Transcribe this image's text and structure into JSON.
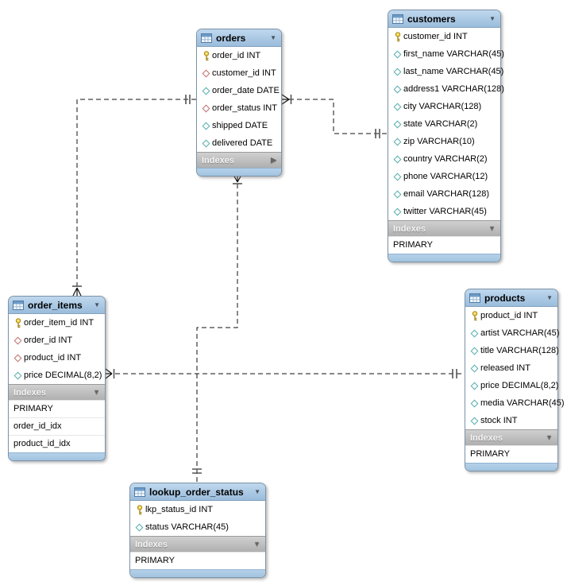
{
  "diagram": {
    "background": "#FFFFFF"
  },
  "colors": {
    "table_header": "#A9C9E4",
    "indexes_band": "#BEBEBE",
    "footer_bar": "#A9CBE8",
    "primary_key_icon": "#F2D13E",
    "foreign_key_icon": "#C0716F",
    "column_icon": "#57AEAE",
    "connector": "#111111"
  },
  "tables": [
    {
      "id": "orders",
      "title": "orders",
      "columns": [
        {
          "icon": "key",
          "label": "order_id INT"
        },
        {
          "icon": "fk",
          "label": "customer_id INT"
        },
        {
          "icon": "col",
          "label": "order_date DATE"
        },
        {
          "icon": "fk",
          "label": "order_status INT"
        },
        {
          "icon": "col",
          "label": "shipped DATE"
        },
        {
          "icon": "col",
          "label": "delivered DATE"
        }
      ],
      "indexes_label": "Indexes",
      "indexes_expanded": false,
      "indexes": []
    },
    {
      "id": "customers",
      "title": "customers",
      "columns": [
        {
          "icon": "key",
          "label": "customer_id INT"
        },
        {
          "icon": "col",
          "label": "first_name VARCHAR(45)"
        },
        {
          "icon": "col",
          "label": "last_name VARCHAR(45)"
        },
        {
          "icon": "col",
          "label": "address1 VARCHAR(128)"
        },
        {
          "icon": "col",
          "label": "city VARCHAR(128)"
        },
        {
          "icon": "col",
          "label": "state VARCHAR(2)"
        },
        {
          "icon": "col",
          "label": "zip VARCHAR(10)"
        },
        {
          "icon": "col",
          "label": "country VARCHAR(2)"
        },
        {
          "icon": "col",
          "label": "phone VARCHAR(12)"
        },
        {
          "icon": "col",
          "label": "email VARCHAR(128)"
        },
        {
          "icon": "col",
          "label": "twitter VARCHAR(45)"
        }
      ],
      "indexes_label": "Indexes",
      "indexes_expanded": true,
      "indexes": [
        "PRIMARY"
      ]
    },
    {
      "id": "order_items",
      "title": "order_items",
      "columns": [
        {
          "icon": "key",
          "label": "order_item_id INT"
        },
        {
          "icon": "fk",
          "label": "order_id INT"
        },
        {
          "icon": "fk",
          "label": "product_id INT"
        },
        {
          "icon": "col",
          "label": "price DECIMAL(8,2)"
        }
      ],
      "indexes_label": "Indexes",
      "indexes_expanded": true,
      "indexes": [
        "PRIMARY",
        "order_id_idx",
        "product_id_idx"
      ]
    },
    {
      "id": "products",
      "title": "products",
      "columns": [
        {
          "icon": "key",
          "label": "product_id INT"
        },
        {
          "icon": "col",
          "label": "artist VARCHAR(45)"
        },
        {
          "icon": "col",
          "label": "title VARCHAR(128)"
        },
        {
          "icon": "col",
          "label": "released INT"
        },
        {
          "icon": "col",
          "label": "price DECIMAL(8,2)"
        },
        {
          "icon": "col",
          "label": "media VARCHAR(45)"
        },
        {
          "icon": "col",
          "label": "stock INT"
        }
      ],
      "indexes_label": "Indexes",
      "indexes_expanded": true,
      "indexes": [
        "PRIMARY"
      ]
    },
    {
      "id": "lookup_order_status",
      "title": "lookup_order_status",
      "columns": [
        {
          "icon": "key",
          "label": "lkp_status_id INT"
        },
        {
          "icon": "col",
          "label": "status VARCHAR(45)"
        }
      ],
      "indexes_label": "Indexes",
      "indexes_expanded": true,
      "indexes": [
        "PRIMARY"
      ]
    }
  ],
  "relationships": [
    {
      "from": "orders",
      "to": "customers",
      "from_cardinality": "many",
      "to_cardinality": "one",
      "line_style": "dashed"
    },
    {
      "from": "order_items",
      "to": "orders",
      "from_cardinality": "many",
      "to_cardinality": "one",
      "line_style": "dashed"
    },
    {
      "from": "orders",
      "to": "lookup_order_status",
      "from_cardinality": "many",
      "to_cardinality": "one",
      "line_style": "dashed"
    },
    {
      "from": "order_items",
      "to": "products",
      "from_cardinality": "many",
      "to_cardinality": "one",
      "line_style": "dashed"
    }
  ]
}
